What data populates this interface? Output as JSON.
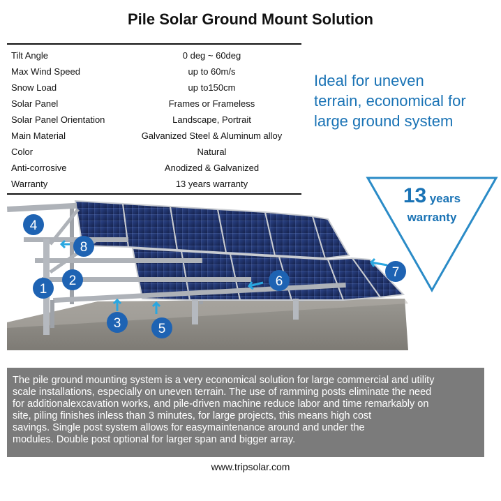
{
  "title": "Pile Solar Ground Mount Solution",
  "specs": [
    {
      "label": "Tilt Angle",
      "value": "0 deg ~ 60deg"
    },
    {
      "label": "Max Wind Speed",
      "value": "up to 60m/s"
    },
    {
      "label": "Snow Load",
      "value": "up to150cm"
    },
    {
      "label": "Solar Panel",
      "value": "Frames or Frameless"
    },
    {
      "label": "Solar Panel Orientation",
      "value": "Landscape, Portrait"
    },
    {
      "label": "Main Material",
      "value": "Galvanized Steel & Aluminum alloy"
    },
    {
      "label": "Color",
      "value": "Natural"
    },
    {
      "label": "Anti-corrosive",
      "value": "Anodized & Galvanized"
    },
    {
      "label": "Warranty",
      "value": "13 years warranty"
    }
  ],
  "tagline": [
    "Ideal for uneven",
    "terrain, economical for",
    "large ground system"
  ],
  "warranty_badge": {
    "number": "13",
    "unit": "years",
    "label": "warranty"
  },
  "callouts": [
    "1",
    "2",
    "3",
    "4",
    "5",
    "6",
    "7",
    "8"
  ],
  "description": [
    "The pile ground mounting system is a very economical solution for large commercial and utility",
    "scale installations, especially on uneven terrain. The use of ramming posts eliminate the need",
    "for additionalexcavation works, and pile-driven machine reduce labor and time remarkably on",
    "site, piling finishes inless than 3 minutes, for large projects, this means high cost",
    "savings. Single post system allows for easymaintenance around and under the",
    "modules. Double post optional for larger span and bigger array."
  ],
  "website": "www.tripsolar.com",
  "colors": {
    "accent": "#1a73b5",
    "callout": "#1e63b3",
    "arrow": "#2aa7e0",
    "panel": "#1c2f66",
    "rail": "#a9adb3",
    "ground": "#8f8c86",
    "desc_bg": "#7b7b7b"
  }
}
